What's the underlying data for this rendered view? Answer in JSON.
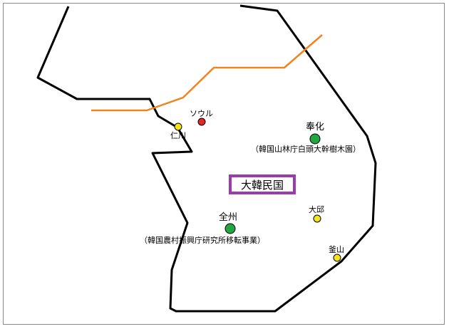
{
  "map": {
    "country_label": "大韓民国",
    "places": [
      {
        "key": "seoul",
        "label": "ソウル",
        "marker_color": "#e8232a"
      },
      {
        "key": "incheon",
        "label": "仁川",
        "marker_color": "#f5e31b"
      },
      {
        "key": "bonghwa",
        "label": "奉化",
        "note": "（韓国山林庁白頭大幹樹木園）",
        "marker_color": "#22a640"
      },
      {
        "key": "jeonju",
        "label": "全州",
        "note": "（韓国農村振興庁研究所移転事業）",
        "marker_color": "#22a640"
      },
      {
        "key": "daegu",
        "label": "大邱",
        "marker_color": "#f5e31b"
      },
      {
        "key": "busan",
        "label": "釜山",
        "marker_color": "#f5e31b"
      }
    ],
    "colors": {
      "border_line": "#000000",
      "dmz_line": "#f0841e",
      "country_box": "#9b3cae"
    }
  }
}
